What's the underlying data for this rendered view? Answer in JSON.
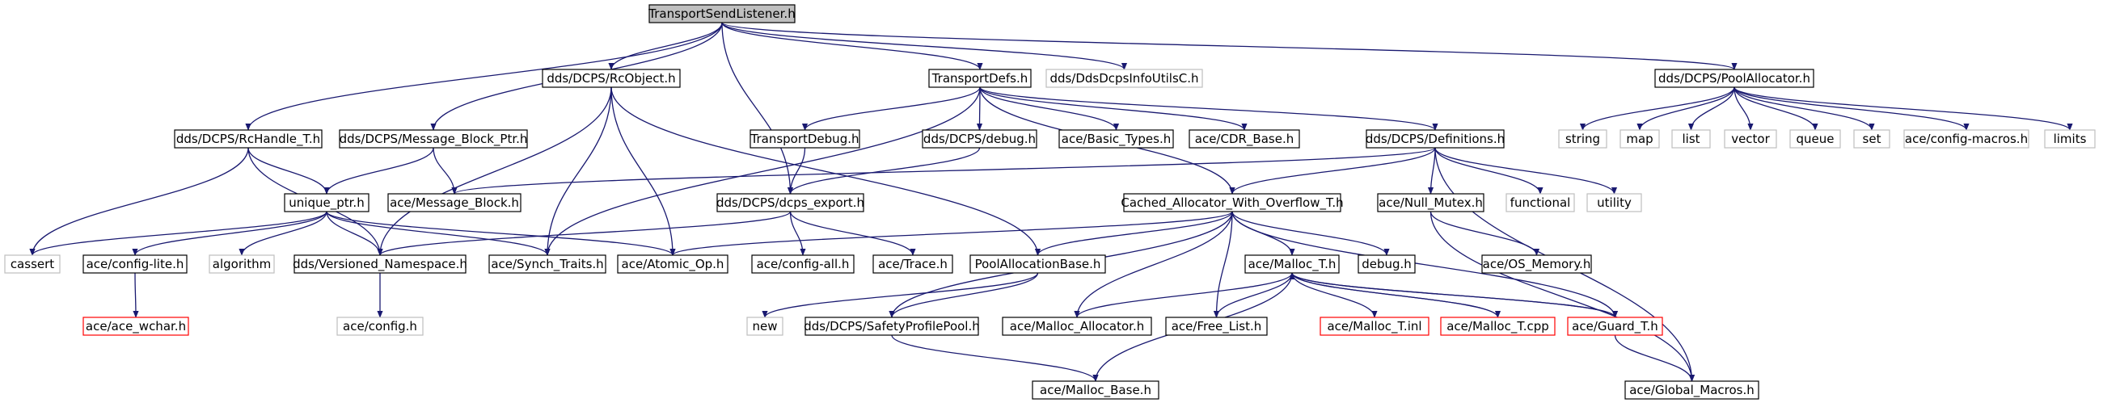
{
  "colors": {
    "edge": "#191970",
    "root_fill": "#bfbfbf",
    "root_border": "#000000",
    "header_border": "#000000",
    "external_border": "#bfbfbf",
    "external_text": "#404040",
    "truncated_border": "#ff0000",
    "node_fill": "#ffffff"
  },
  "nodes": [
    {
      "id": "root",
      "label": "TransportSendListener.h",
      "kind": "root"
    },
    {
      "id": "rcobject",
      "label": "dds/DCPS/RcObject.h",
      "kind": "header"
    },
    {
      "id": "transportdefs",
      "label": "TransportDefs.h",
      "kind": "header"
    },
    {
      "id": "ddsinfoutils",
      "label": "dds/DdsDcpsInfoUtilsC.h",
      "kind": "external"
    },
    {
      "id": "poolalloc",
      "label": "dds/DCPS/PoolAllocator.h",
      "kind": "header"
    },
    {
      "id": "rchandle",
      "label": "dds/DCPS/RcHandle_T.h",
      "kind": "header"
    },
    {
      "id": "msgblockptr",
      "label": "dds/DCPS/Message_Block_Ptr.h",
      "kind": "header"
    },
    {
      "id": "transportdebug",
      "label": "TransportDebug.h",
      "kind": "header"
    },
    {
      "id": "ddsdebug",
      "label": "dds/DCPS/debug.h",
      "kind": "header"
    },
    {
      "id": "basictypes",
      "label": "ace/Basic_Types.h",
      "kind": "header"
    },
    {
      "id": "cdrbase",
      "label": "ace/CDR_Base.h",
      "kind": "header"
    },
    {
      "id": "definitions",
      "label": "dds/DCPS/Definitions.h",
      "kind": "header"
    },
    {
      "id": "string",
      "label": "string",
      "kind": "external"
    },
    {
      "id": "map",
      "label": "map",
      "kind": "external"
    },
    {
      "id": "list",
      "label": "list",
      "kind": "external"
    },
    {
      "id": "vector",
      "label": "vector",
      "kind": "external"
    },
    {
      "id": "queue",
      "label": "queue",
      "kind": "external"
    },
    {
      "id": "set",
      "label": "set",
      "kind": "external"
    },
    {
      "id": "configmacros",
      "label": "ace/config-macros.h",
      "kind": "external"
    },
    {
      "id": "limits",
      "label": "limits",
      "kind": "external"
    },
    {
      "id": "uniqueptr",
      "label": "unique_ptr.h",
      "kind": "header"
    },
    {
      "id": "msgblock",
      "label": "ace/Message_Block.h",
      "kind": "header"
    },
    {
      "id": "dcpsexport",
      "label": "dds/DCPS/dcps_export.h",
      "kind": "header"
    },
    {
      "id": "cachedalloc",
      "label": "Cached_Allocator_With_Overflow_T.h",
      "kind": "header"
    },
    {
      "id": "nullmutex",
      "label": "ace/Null_Mutex.h",
      "kind": "header"
    },
    {
      "id": "functional",
      "label": "functional",
      "kind": "external"
    },
    {
      "id": "utility",
      "label": "utility",
      "kind": "external"
    },
    {
      "id": "cassert",
      "label": "cassert",
      "kind": "external"
    },
    {
      "id": "configlite",
      "label": "ace/config-lite.h",
      "kind": "header"
    },
    {
      "id": "algorithm",
      "label": "algorithm",
      "kind": "external"
    },
    {
      "id": "versionedns",
      "label": "dds/Versioned_Namespace.h",
      "kind": "header"
    },
    {
      "id": "synchtraits",
      "label": "ace/Synch_Traits.h",
      "kind": "header"
    },
    {
      "id": "atomicop",
      "label": "ace/Atomic_Op.h",
      "kind": "header"
    },
    {
      "id": "configall",
      "label": "ace/config-all.h",
      "kind": "header"
    },
    {
      "id": "trace",
      "label": "ace/Trace.h",
      "kind": "header"
    },
    {
      "id": "poolallocbase",
      "label": "PoolAllocationBase.h",
      "kind": "header"
    },
    {
      "id": "malloct",
      "label": "ace/Malloc_T.h",
      "kind": "header"
    },
    {
      "id": "debugh",
      "label": "debug.h",
      "kind": "header"
    },
    {
      "id": "osmemory",
      "label": "ace/OS_Memory.h",
      "kind": "header"
    },
    {
      "id": "acewchar",
      "label": "ace/ace_wchar.h",
      "kind": "truncated"
    },
    {
      "id": "configh",
      "label": "ace/config.h",
      "kind": "external"
    },
    {
      "id": "new",
      "label": "new",
      "kind": "external"
    },
    {
      "id": "safetypool",
      "label": "dds/DCPS/SafetyProfilePool.h",
      "kind": "header"
    },
    {
      "id": "mallocalloc",
      "label": "ace/Malloc_Allocator.h",
      "kind": "header"
    },
    {
      "id": "freelist",
      "label": "ace/Free_List.h",
      "kind": "header"
    },
    {
      "id": "malloctinl",
      "label": "ace/Malloc_T.inl",
      "kind": "truncated"
    },
    {
      "id": "malloctcpp",
      "label": "ace/Malloc_T.cpp",
      "kind": "truncated"
    },
    {
      "id": "guardt",
      "label": "ace/Guard_T.h",
      "kind": "truncated"
    },
    {
      "id": "mallocbase",
      "label": "ace/Malloc_Base.h",
      "kind": "header"
    },
    {
      "id": "globalmacros",
      "label": "ace/Global_Macros.h",
      "kind": "header"
    }
  ],
  "edges": [
    [
      "root",
      "rcobject"
    ],
    [
      "root",
      "transportdefs"
    ],
    [
      "root",
      "ddsinfoutils"
    ],
    [
      "root",
      "poolalloc"
    ],
    [
      "root",
      "rchandle"
    ],
    [
      "root",
      "msgblockptr"
    ],
    [
      "root",
      "dcpsexport"
    ],
    [
      "rcobject",
      "versionedns"
    ],
    [
      "rcobject",
      "synchtraits"
    ],
    [
      "rcobject",
      "atomicop"
    ],
    [
      "rcobject",
      "poolallocbase"
    ],
    [
      "transportdefs",
      "transportdebug"
    ],
    [
      "transportdefs",
      "ddsdebug"
    ],
    [
      "transportdefs",
      "basictypes"
    ],
    [
      "transportdefs",
      "cdrbase"
    ],
    [
      "transportdefs",
      "definitions"
    ],
    [
      "transportdefs",
      "cachedalloc"
    ],
    [
      "transportdefs",
      "synchtraits"
    ],
    [
      "poolalloc",
      "string"
    ],
    [
      "poolalloc",
      "map"
    ],
    [
      "poolalloc",
      "list"
    ],
    [
      "poolalloc",
      "vector"
    ],
    [
      "poolalloc",
      "queue"
    ],
    [
      "poolalloc",
      "set"
    ],
    [
      "poolalloc",
      "configmacros"
    ],
    [
      "poolalloc",
      "limits"
    ],
    [
      "rchandle",
      "uniqueptr"
    ],
    [
      "rchandle",
      "versionedns"
    ],
    [
      "rchandle",
      "cassert"
    ],
    [
      "msgblockptr",
      "uniqueptr"
    ],
    [
      "msgblockptr",
      "msgblock"
    ],
    [
      "transportdebug",
      "dcpsexport"
    ],
    [
      "ddsdebug",
      "dcpsexport"
    ],
    [
      "definitions",
      "msgblock"
    ],
    [
      "definitions",
      "cachedalloc"
    ],
    [
      "definitions",
      "nullmutex"
    ],
    [
      "definitions",
      "functional"
    ],
    [
      "definitions",
      "utility"
    ],
    [
      "definitions",
      "globalmacros"
    ],
    [
      "uniqueptr",
      "cassert"
    ],
    [
      "uniqueptr",
      "configlite"
    ],
    [
      "uniqueptr",
      "algorithm"
    ],
    [
      "uniqueptr",
      "versionedns"
    ],
    [
      "uniqueptr",
      "synchtraits"
    ],
    [
      "uniqueptr",
      "atomicop"
    ],
    [
      "dcpsexport",
      "versionedns"
    ],
    [
      "dcpsexport",
      "configall"
    ],
    [
      "dcpsexport",
      "trace"
    ],
    [
      "cachedalloc",
      "atomicop"
    ],
    [
      "cachedalloc",
      "poolallocbase"
    ],
    [
      "cachedalloc",
      "malloct"
    ],
    [
      "cachedalloc",
      "debugh"
    ],
    [
      "cachedalloc",
      "guardt"
    ],
    [
      "cachedalloc",
      "freelist"
    ],
    [
      "cachedalloc",
      "mallocalloc"
    ],
    [
      "cachedalloc",
      "safetypool"
    ],
    [
      "nullmutex",
      "osmemory"
    ],
    [
      "nullmutex",
      "globalmacros"
    ],
    [
      "configlite",
      "acewchar"
    ],
    [
      "versionedns",
      "configh"
    ],
    [
      "poolallocbase",
      "new"
    ],
    [
      "poolallocbase",
      "safetypool"
    ],
    [
      "malloct",
      "mallocalloc"
    ],
    [
      "malloct",
      "freelist"
    ],
    [
      "malloct",
      "malloctinl"
    ],
    [
      "malloct",
      "malloctcpp"
    ],
    [
      "malloct",
      "guardt"
    ],
    [
      "malloct",
      "mallocbase"
    ],
    [
      "malloctcpp",
      "malloct"
    ],
    [
      "guardt",
      "malloct"
    ],
    [
      "guardt",
      "globalmacros"
    ],
    [
      "safetypool",
      "mallocbase"
    ]
  ]
}
